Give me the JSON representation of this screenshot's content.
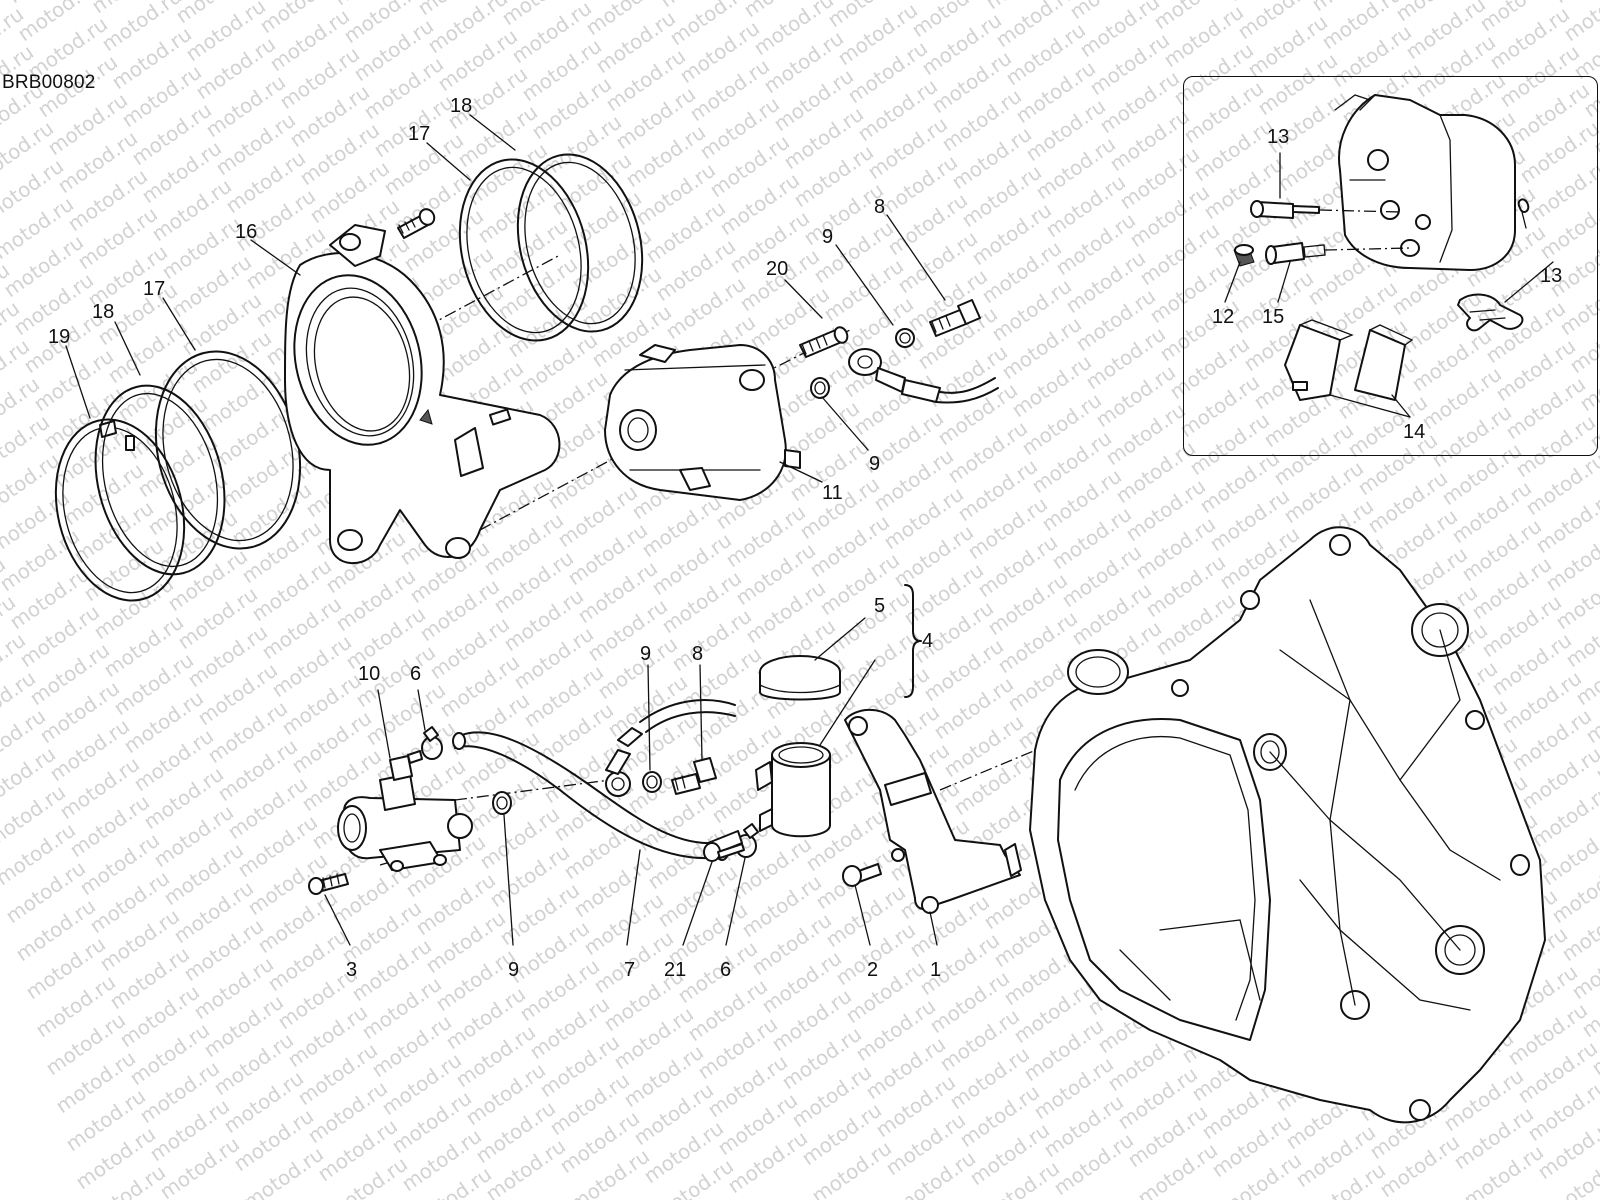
{
  "diagram": {
    "code": "BRB00802",
    "watermark": "motod.ru",
    "callouts": [
      {
        "id": "c19",
        "text": "19"
      },
      {
        "id": "c18a",
        "text": "18"
      },
      {
        "id": "c17a",
        "text": "17"
      },
      {
        "id": "c16",
        "text": "16"
      },
      {
        "id": "c17b",
        "text": "17"
      },
      {
        "id": "c18b",
        "text": "18"
      },
      {
        "id": "c20",
        "text": "20"
      },
      {
        "id": "c9a",
        "text": "9"
      },
      {
        "id": "c8a",
        "text": "8"
      },
      {
        "id": "c9b",
        "text": "9"
      },
      {
        "id": "c11",
        "text": "11"
      },
      {
        "id": "c10",
        "text": "10"
      },
      {
        "id": "c6a",
        "text": "6"
      },
      {
        "id": "c9c",
        "text": "9"
      },
      {
        "id": "c8b",
        "text": "8"
      },
      {
        "id": "c5",
        "text": "5"
      },
      {
        "id": "c4",
        "text": "4"
      },
      {
        "id": "c3",
        "text": "3"
      },
      {
        "id": "c9d",
        "text": "9"
      },
      {
        "id": "c7",
        "text": "7"
      },
      {
        "id": "c21",
        "text": "21"
      },
      {
        "id": "c6b",
        "text": "6"
      },
      {
        "id": "c2",
        "text": "2"
      },
      {
        "id": "c1",
        "text": "1"
      }
    ],
    "inset": {
      "callouts": [
        {
          "id": "i13a",
          "text": "13"
        },
        {
          "id": "i13b",
          "text": "13"
        },
        {
          "id": "i12",
          "text": "12"
        },
        {
          "id": "i15",
          "text": "15"
        },
        {
          "id": "i14",
          "text": "14"
        }
      ]
    }
  }
}
